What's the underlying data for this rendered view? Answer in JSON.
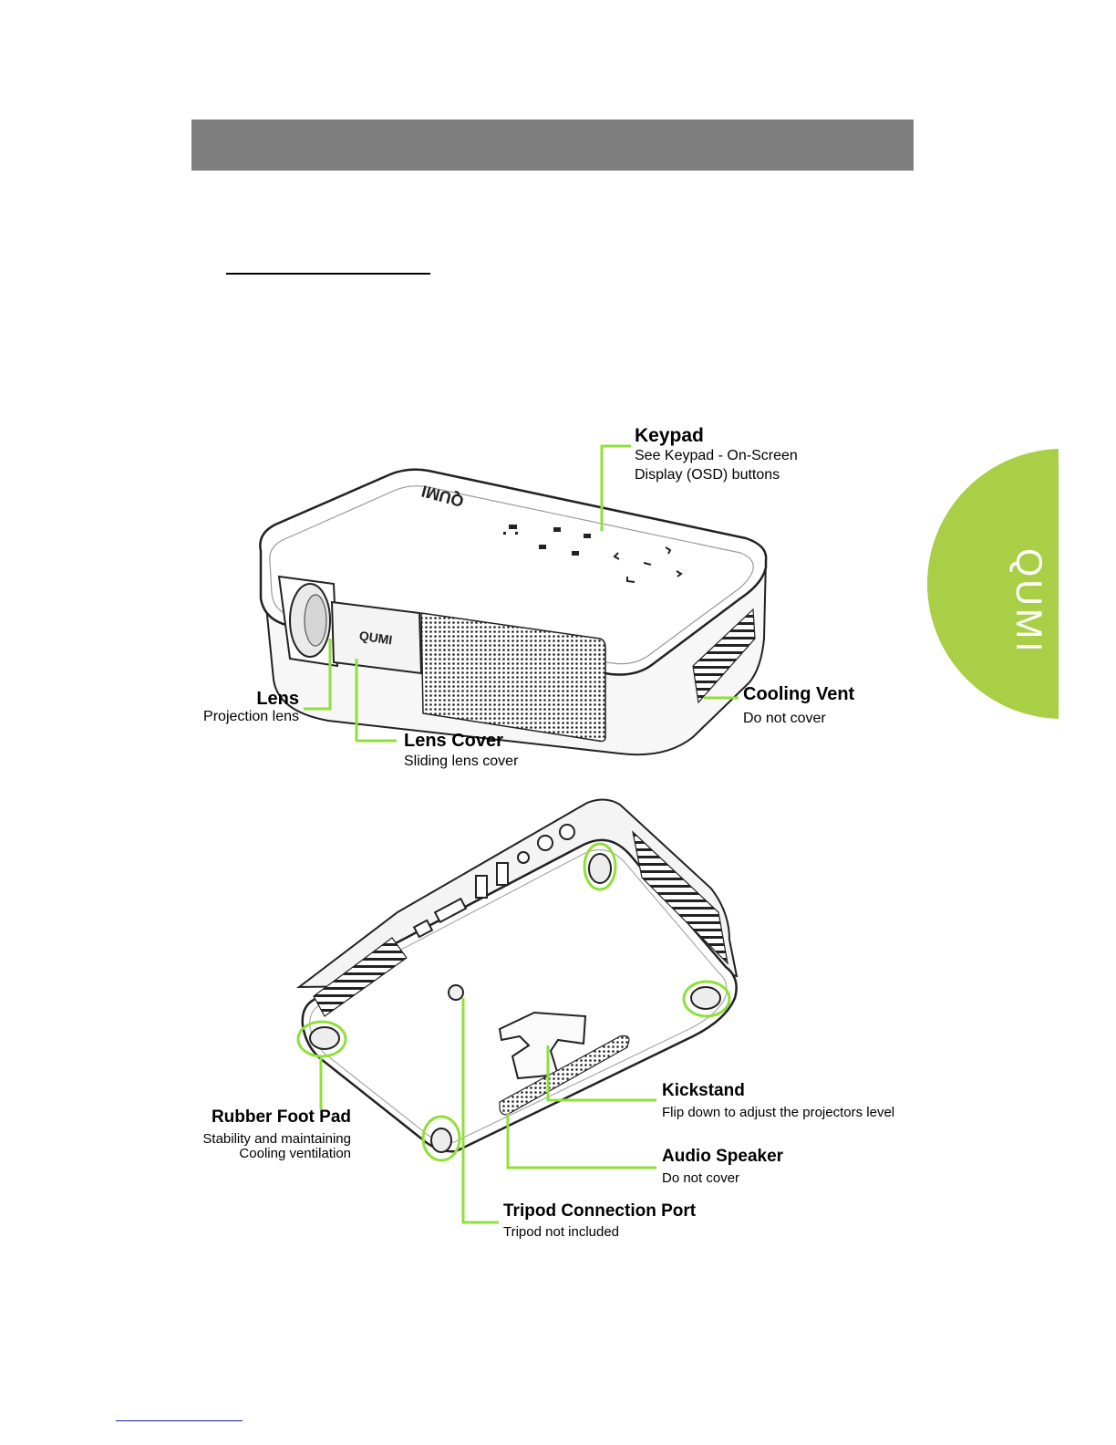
{
  "brand": {
    "name": "QUMI",
    "accent_color": "#a8cf45",
    "header_band_color": "#7f7f7f"
  },
  "top_view": {
    "product_logo": "QUMI",
    "callouts": {
      "keypad": {
        "title": "Keypad",
        "desc_line1": "See Keypad - On-Screen",
        "desc_line2": "Display (OSD) buttons"
      },
      "lens": {
        "title": "Lens",
        "desc": "Projection lens"
      },
      "lens_cover": {
        "title": "Lens Cover",
        "desc": "Sliding lens cover"
      },
      "cooling_vent": {
        "title": "Cooling Vent",
        "desc": "Do not cover"
      }
    }
  },
  "bottom_view": {
    "callouts": {
      "rubber_foot_pad": {
        "title": "Rubber Foot Pad",
        "desc_line1": "Stability and maintaining",
        "desc_line2": "Cooling ventilation"
      },
      "kickstand": {
        "title": "Kickstand",
        "desc": "Flip down to adjust the projectors level"
      },
      "audio_speaker": {
        "title": "Audio Speaker",
        "desc": "Do not cover"
      },
      "tripod_port": {
        "title": "Tripod Connection Port",
        "desc": "Tripod not included"
      }
    }
  }
}
